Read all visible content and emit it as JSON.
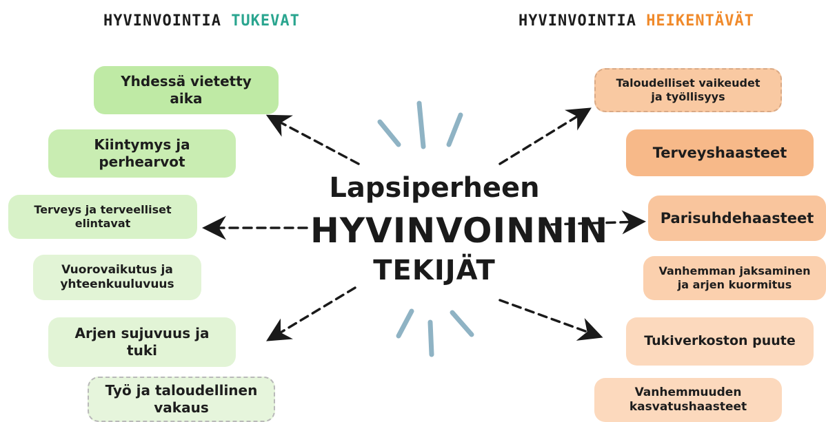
{
  "headings": {
    "left_prefix": "HYVINVOINTIA ",
    "left_accent": "TUKEVAT",
    "right_prefix": "HYVINVOINTIA ",
    "right_accent": "HEIKENTÄVÄT"
  },
  "center": {
    "line1": "Lapsiperheen",
    "line2": "HYVINVOINNIN",
    "line3": "TEKIJÄT"
  },
  "supporting": [
    "Yhdessä vietetty\naika",
    "Kiintymys ja\nperhearvot",
    "Terveys ja terveelliset\nelintavat",
    "Vuorovaikutus ja\nyhteenkuuluvuus",
    "Arjen sujuvuus ja\ntuki",
    "Työ ja taloudellinen\nvakaus"
  ],
  "weakening": [
    "Taloudelliset vaikeudet\nja työllisyys",
    "Terveyshaasteet",
    "Parisuhdehaasteet",
    "Vanhemman jaksaminen\nja arjen kuormitus",
    "Tukiverkoston puute",
    "Vanhemmuuden\nkasvatushaasteet"
  ],
  "colors": {
    "green_accent": "#2aa58f",
    "orange_accent": "#f08a2b",
    "burst_strokes": "#8fb3c4"
  }
}
